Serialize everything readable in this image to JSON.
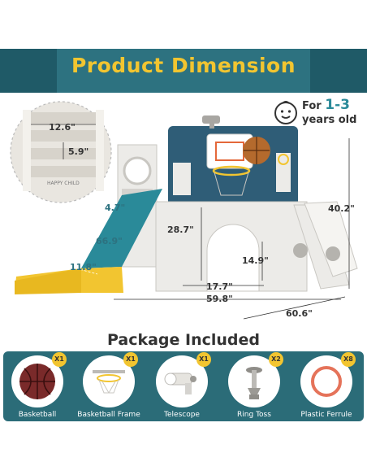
{
  "header": {
    "title": "Product Dimension"
  },
  "age": {
    "prefix": "For",
    "range": "1-3",
    "suffix": "years old"
  },
  "dimensions": {
    "stair_width": "12.6\"",
    "stair_step": "5.9\"",
    "slide_top": "4.7\"",
    "slide_length": "66.9\"",
    "slide_width": "11.8\"",
    "platform_height": "28.7\"",
    "arch_height": "14.9\"",
    "arch_width": "17.7\"",
    "total_length": "59.8\"",
    "total_depth": "60.6\"",
    "total_height": "40.2\""
  },
  "stair_inset_text": "HAPPY CHILD",
  "package": {
    "title": "Package Included",
    "items": [
      {
        "label": "Basketball",
        "qty": "X1",
        "icon": "basketball-icon"
      },
      {
        "label": "Basketball Frame",
        "qty": "X1",
        "icon": "basketball-frame-icon"
      },
      {
        "label": "Telescope",
        "qty": "X1",
        "icon": "telescope-icon"
      },
      {
        "label": "Ring Toss",
        "qty": "X2",
        "icon": "ring-toss-icon"
      },
      {
        "label": "Plastic Ferrule",
        "qty": "X8",
        "icon": "plastic-ferrule-icon"
      }
    ]
  },
  "colors": {
    "banner": "#1f5a67",
    "accent_yellow": "#f2c530",
    "teal": "#2d7280",
    "slide_yellow": "#f2c530"
  }
}
